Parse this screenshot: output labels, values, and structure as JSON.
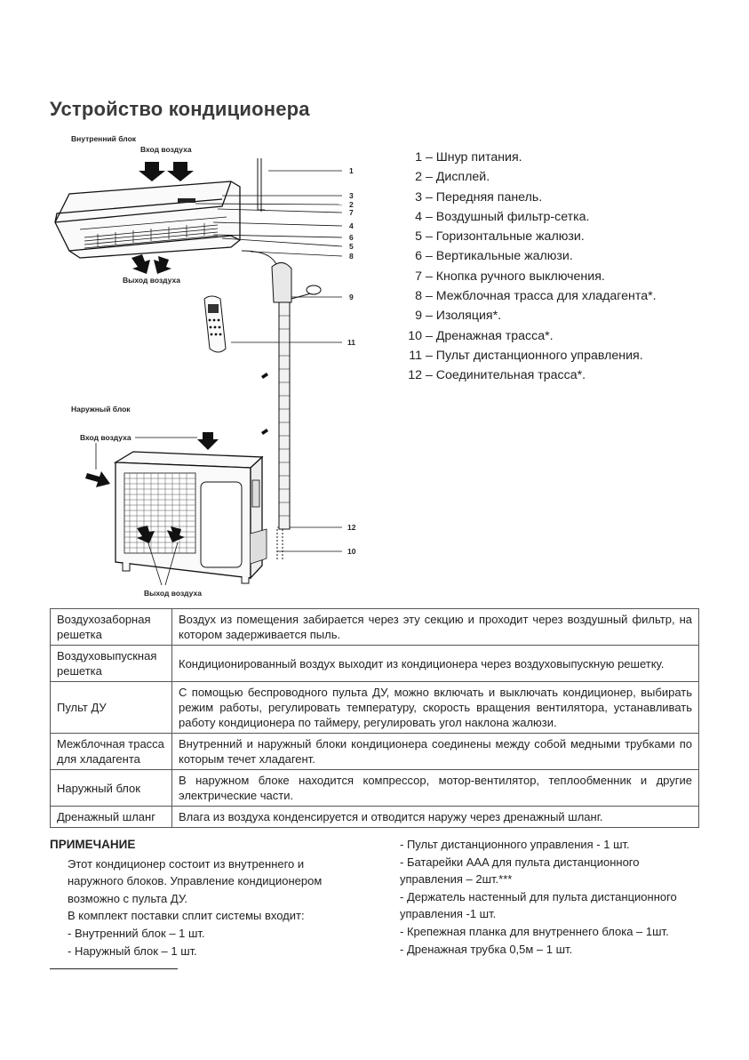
{
  "title": "Устройство кондиционера",
  "diagram": {
    "indoor_unit_label": "Внутренний блок",
    "outdoor_unit_label": "Наружный блок",
    "air_in_label": "Вход воздуха",
    "air_out_label": "Выход воздуха",
    "callouts": [
      "1",
      "3",
      "2",
      "7",
      "4",
      "6",
      "5",
      "8",
      "9",
      "11",
      "12",
      "10"
    ]
  },
  "legend": [
    {
      "num": "1",
      "text": "– Шнур питания."
    },
    {
      "num": "2",
      "text": "– Дисплей."
    },
    {
      "num": "3",
      "text": "– Передняя панель."
    },
    {
      "num": "4",
      "text": "– Воздушный фильтр-сетка."
    },
    {
      "num": "5",
      "text": "– Горизонтальные жалюзи."
    },
    {
      "num": "6",
      "text": "– Вертикальные жалюзи."
    },
    {
      "num": "7",
      "text": "– Кнопка ручного выключения."
    },
    {
      "num": "8",
      "text": "– Межблочная трасса для хладагента*."
    },
    {
      "num": "9",
      "text": "– Изоляция*."
    },
    {
      "num": "10",
      "text": "– Дренажная трасса*."
    },
    {
      "num": "11",
      "text": "– Пульт дистанционного управления."
    },
    {
      "num": "12",
      "text": "– Соединительная трасса*."
    }
  ],
  "table": [
    {
      "term": "Воздухозаборная решетка",
      "desc": "Воздух из помещения забирается через эту секцию и проходит через воздушный фильтр, на котором задерживается пыль."
    },
    {
      "term": "Воздуховыпускная решетка",
      "desc": "Кондиционированный воздух выходит из кондиционера через воздуховыпускную решетку."
    },
    {
      "term": "Пульт ДУ",
      "desc": "С помощью беспроводного пульта ДУ, можно включать и выключать кондиционер, выбирать режим работы, регулировать температуру, скорость вращения вентилятора, устанавливать работу кондиционера по таймеру, регулировать угол наклона жалюзи."
    },
    {
      "term": "Межблочная трасса для хладагента",
      "desc": "Внутренний и наружный блоки кондиционера соединены между собой медными трубками по которым течет хладагент."
    },
    {
      "term": "Наружный блок",
      "desc": "В наружном блоке находится компрессор, мотор-вентилятор, теплообменник и другие электрические части."
    },
    {
      "term": "Дренажный шланг",
      "desc": "Влага из воздуха конденсируется и отводится наружу через дренажный шланг."
    }
  ],
  "note": {
    "heading": "ПРИМЕЧАНИЕ",
    "p1": "Этот кондиционер состоит из внутреннего и наружного блоков. Управление кондиционером возможно с пульта ДУ.",
    "p2": "В комплект поставки сплит системы входит:",
    "left_items": [
      "- Внутренний блок – 1 шт.",
      "- Наружный блок – 1 шт."
    ],
    "right_items": [
      "- Пульт дистанционного управления  - 1 шт.",
      "- Батарейки AAA для пульта дистанционного управления – 2шт.***",
      "- Держатель настенный для пульта дистанционного управления -1 шт.",
      "- Крепежная планка для внутреннего блока – 1шт.",
      "- Дренажная трубка 0,5м – 1 шт."
    ]
  }
}
